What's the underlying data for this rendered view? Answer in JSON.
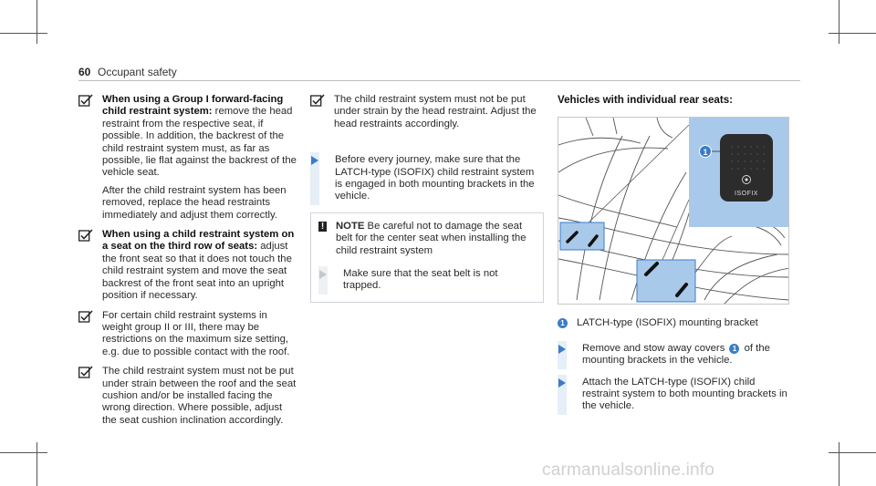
{
  "header": {
    "page_number": "60",
    "section_title": "Occupant safety"
  },
  "column1": {
    "items": [
      {
        "bold": "When using a Group I forward-facing child restraint system:",
        "text": " remove the head restraint from the respective seat, if possible. In addition, the backrest of the child restraint system must, as far as possible, lie flat against the backrest of the vehicle seat.",
        "para": "After the child restraint system has been removed, replace the head restraints immediately and adjust them correctly."
      },
      {
        "bold": "When using a child restraint system on a seat on the third row of seats:",
        "text": " adjust the front seat so that it does not touch the child restraint system and move the seat backrest of the front seat into an upright position if necessary."
      },
      {
        "bold": "",
        "text": "For certain child restraint systems in weight group II or III, there may be restrictions on the maximum size setting, e.g. due to possible contact with the roof."
      },
      {
        "bold": "",
        "text": "The child restraint system must not be put under strain between the roof and the seat cushion and/or be installed facing the wrong direction. Where possible, adjust the seat cushion inclination accordingly."
      }
    ]
  },
  "column2": {
    "check_item": "The child restraint system must not be put under strain by the head restraint. Adjust the head restraints accordingly.",
    "step": "Before every journey, make sure that the LATCH-type (ISOFIX) child restraint system is engaged in both mounting brackets in the vehicle.",
    "note": {
      "label": "NOTE",
      "text": "Be careful not to damage the seat belt for the center seat when installing the child restraint system",
      "step": "Make sure that the seat belt is not trapped."
    }
  },
  "column3": {
    "title": "Vehicles with individual rear seats:",
    "figure": {
      "callout": "1",
      "badge_text": "ISOFIX"
    },
    "legend": {
      "number": "1",
      "text": "LATCH-type (ISOFIX) mounting bracket"
    },
    "steps": [
      {
        "before": "Remove and stow away covers ",
        "num": "1",
        "after": " of the mounting brackets in the vehicle."
      },
      {
        "before": "Attach the LATCH-type (ISOFIX) child restraint system to both mounting brackets in the vehicle.",
        "num": "",
        "after": ""
      }
    ]
  },
  "watermark": "carmanualsonline.info",
  "colors": {
    "accent_blue": "#3a7cc9",
    "highlight_blue": "#a9c9ea",
    "step_bar": "#e6eef8"
  }
}
